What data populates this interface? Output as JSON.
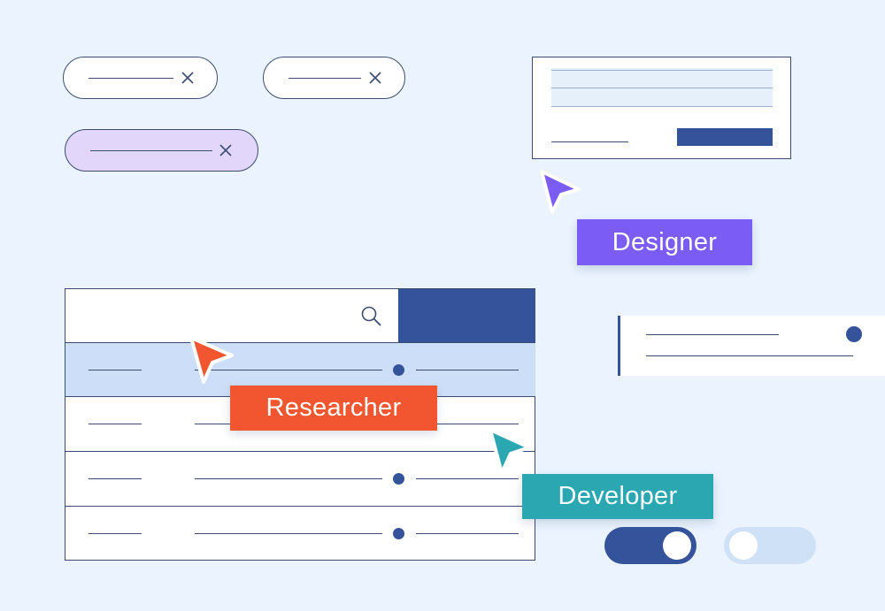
{
  "colors": {
    "background": "#eaf3fe",
    "outline": "#3b4d6f",
    "accent_blue": "#34539a",
    "designer": "#7b5cf5",
    "researcher": "#f15630",
    "developer": "#2ba7b2",
    "chip_active": "#e2d6fb",
    "row_highlight": "#cddff8"
  },
  "chips": [
    {
      "state": "default",
      "icon": "close-icon"
    },
    {
      "state": "default",
      "icon": "close-icon"
    },
    {
      "state": "active",
      "icon": "close-icon"
    }
  ],
  "table": {
    "search_icon": "search-icon",
    "highlighted_row": 1,
    "row_count": 4
  },
  "toggles": [
    {
      "state": "on"
    },
    {
      "state": "off"
    }
  ],
  "roles": {
    "designer": "Designer",
    "researcher": "Researcher",
    "developer": "Developer"
  },
  "cursors": {
    "designer": "pointer-cursor-icon",
    "researcher": "pointer-cursor-icon",
    "developer": "pointer-cursor-icon"
  }
}
